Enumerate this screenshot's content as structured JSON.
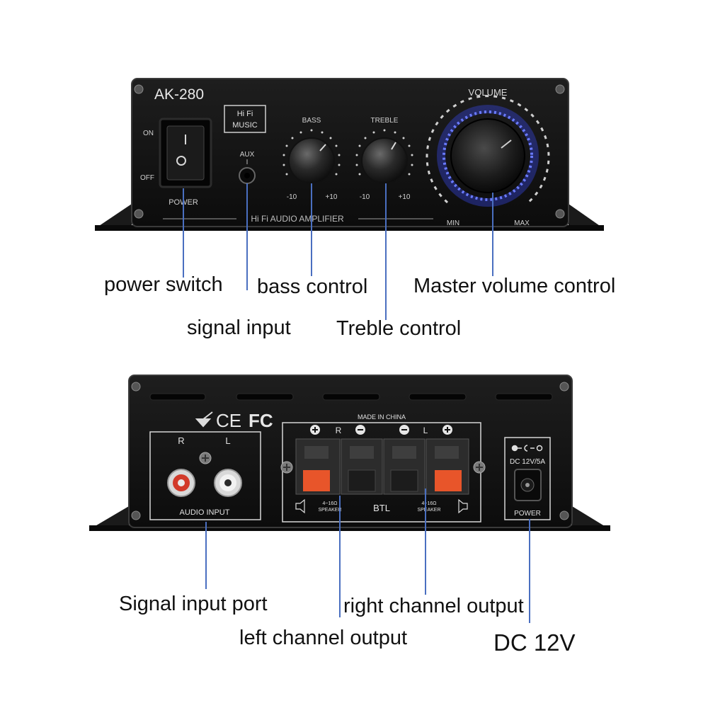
{
  "front_panel": {
    "model": "AK-280",
    "badge_line1": "Hi Fi",
    "badge_line2": "MUSIC",
    "switch_on": "ON",
    "switch_off": "OFF",
    "power_label": "POWER",
    "aux_label": "AUX",
    "bass_label": "BASS",
    "treble_label": "TREBLE",
    "volume_label": "VOLUME",
    "minus_ten": "-10",
    "plus_ten": "+10",
    "min_label": "MIN",
    "max_label": "MAX",
    "amp_label": "Hi Fi AUDIO AMPLIFIER"
  },
  "rear_panel": {
    "cert_ce": "CE",
    "cert_fc": "FC",
    "made_in": "MADE IN CHINA",
    "r": "R",
    "l": "L",
    "audio_input": "AUDIO INPUT",
    "btl": "BTL",
    "speaker_ohm": "4~16Ω",
    "speaker": "SPEAKER",
    "dc_spec": "DC 12V/5A",
    "power_label": "POWER"
  },
  "callouts": {
    "power_switch": "power switch",
    "bass_control": "bass control",
    "master_volume": "Master volume control",
    "signal_input": "signal input",
    "treble_control": "Treble control",
    "signal_input_port": "Signal input port",
    "right_channel_output": "right channel output",
    "left_channel_output": "left channel output",
    "dc_12v": "DC 12V"
  },
  "colors": {
    "leader_line": "#4a6fc0",
    "panel": "#121212",
    "led_blue": "#5a6cff",
    "terminal_red": "#e8552a",
    "rca_red": "#d23a2a"
  }
}
